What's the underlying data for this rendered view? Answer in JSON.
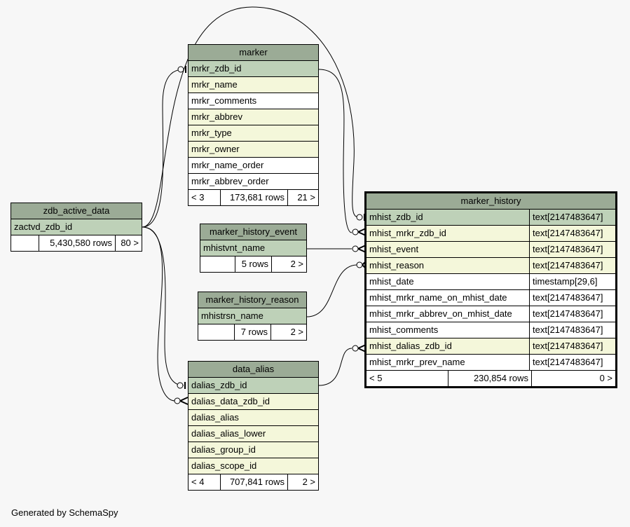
{
  "tables": {
    "marker": {
      "name": "marker",
      "columns": [
        "mrkr_zdb_id",
        "mrkr_name",
        "mrkr_comments",
        "mrkr_abbrev",
        "mrkr_type",
        "mrkr_owner",
        "mrkr_name_order",
        "mrkr_abbrev_order"
      ],
      "footer": {
        "parents": "< 3",
        "rows": "173,681 rows",
        "children": "21 >"
      }
    },
    "zdb_active_data": {
      "name": "zdb_active_data",
      "columns": [
        "zactvd_zdb_id"
      ],
      "footer": {
        "parents": "",
        "rows": "5,430,580 rows",
        "children": "80 >"
      }
    },
    "marker_history_event": {
      "name": "marker_history_event",
      "columns": [
        "mhistvnt_name"
      ],
      "footer": {
        "parents": "",
        "rows": "5 rows",
        "children": "2 >"
      }
    },
    "marker_history_reason": {
      "name": "marker_history_reason",
      "columns": [
        "mhistrsn_name"
      ],
      "footer": {
        "parents": "",
        "rows": "7 rows",
        "children": "2 >"
      }
    },
    "data_alias": {
      "name": "data_alias",
      "columns": [
        "dalias_zdb_id",
        "dalias_data_zdb_id",
        "dalias_alias",
        "dalias_alias_lower",
        "dalias_group_id",
        "dalias_scope_id"
      ],
      "footer": {
        "parents": "< 4",
        "rows": "707,841 rows",
        "children": "2 >"
      }
    },
    "marker_history": {
      "name": "marker_history",
      "columns": [
        {
          "name": "mhist_zdb_id",
          "type": "text[2147483647]"
        },
        {
          "name": "mhist_mrkr_zdb_id",
          "type": "text[2147483647]"
        },
        {
          "name": "mhist_event",
          "type": "text[2147483647]"
        },
        {
          "name": "mhist_reason",
          "type": "text[2147483647]"
        },
        {
          "name": "mhist_date",
          "type": "timestamp[29,6]"
        },
        {
          "name": "mhist_mrkr_name_on_mhist_date",
          "type": "text[2147483647]"
        },
        {
          "name": "mhist_mrkr_abbrev_on_mhist_date",
          "type": "text[2147483647]"
        },
        {
          "name": "mhist_comments",
          "type": "text[2147483647]"
        },
        {
          "name": "mhist_dalias_zdb_id",
          "type": "text[2147483647]"
        },
        {
          "name": "mhist_mrkr_prev_name",
          "type": "text[2147483647]"
        }
      ],
      "footer": {
        "parents": "< 5",
        "rows": "230,854 rows",
        "children": "0 >"
      }
    }
  },
  "credit": "Generated by SchemaSpy"
}
